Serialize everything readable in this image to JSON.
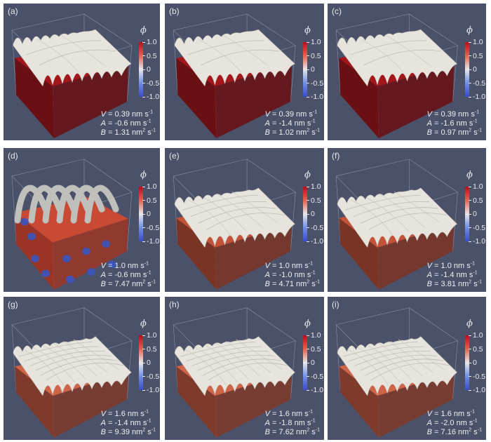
{
  "figure": {
    "colorbar": {
      "symbol": "ϕ",
      "ticks": [
        "1.0",
        "0.5",
        "0",
        "-0.5",
        "-1.0"
      ],
      "colors": {
        "max": "#b40f1f",
        "mid": "#e7e7ea",
        "min": "#3a4cc9"
      }
    },
    "panels": [
      {
        "label": "(a)",
        "V": "0.39",
        "A": "-0.6",
        "B": "1.31",
        "block": "#a4161c",
        "blockSide": "#6a1014",
        "style": "smooth"
      },
      {
        "label": "(b)",
        "V": "0.39",
        "A": "-1.4",
        "B": "1.02",
        "block": "#a4161c",
        "blockSide": "#6a1014",
        "style": "smooth"
      },
      {
        "label": "(c)",
        "V": "0.39",
        "A": "-1.6",
        "B": "0.97",
        "block": "#a4161c",
        "blockSide": "#6a1014",
        "style": "smooth"
      },
      {
        "label": "(d)",
        "V": "1.0",
        "A": "-0.6",
        "B": "7.47",
        "block": "#c84a35",
        "blockSide": "#9a3526",
        "style": "ridges"
      },
      {
        "label": "(e)",
        "V": "1.0",
        "A": "-1.0",
        "B": "4.71",
        "block": "#c45238",
        "blockSide": "#7a3426",
        "style": "wavy"
      },
      {
        "label": "(f)",
        "V": "1.0",
        "A": "-1.4",
        "B": "3.81",
        "block": "#c45238",
        "blockSide": "#7a3426",
        "style": "wavy"
      },
      {
        "label": "(g)",
        "V": "1.6",
        "A": "-1.4",
        "B": "9.39",
        "block": "#cf6448",
        "blockSide": "#7e3a2a",
        "style": "cells"
      },
      {
        "label": "(h)",
        "V": "1.6",
        "A": "-1.8",
        "B": "7.62",
        "block": "#cf6448",
        "blockSide": "#7e3a2a",
        "style": "cells"
      },
      {
        "label": "(i)",
        "V": "1.6",
        "A": "-2.0",
        "B": "7.16",
        "block": "#cf6448",
        "blockSide": "#7e3a2a",
        "style": "cells"
      }
    ],
    "units": {
      "V": "nm s",
      "A": "nm s",
      "B": "nm",
      "V_exp": "-1",
      "A_exp": "-1",
      "B_exp1": "2",
      "B_exp2": "-1",
      "B_unit2": " s"
    },
    "symbols": {
      "V": "V",
      "A": "A",
      "B": "B",
      "eq": " = "
    }
  }
}
